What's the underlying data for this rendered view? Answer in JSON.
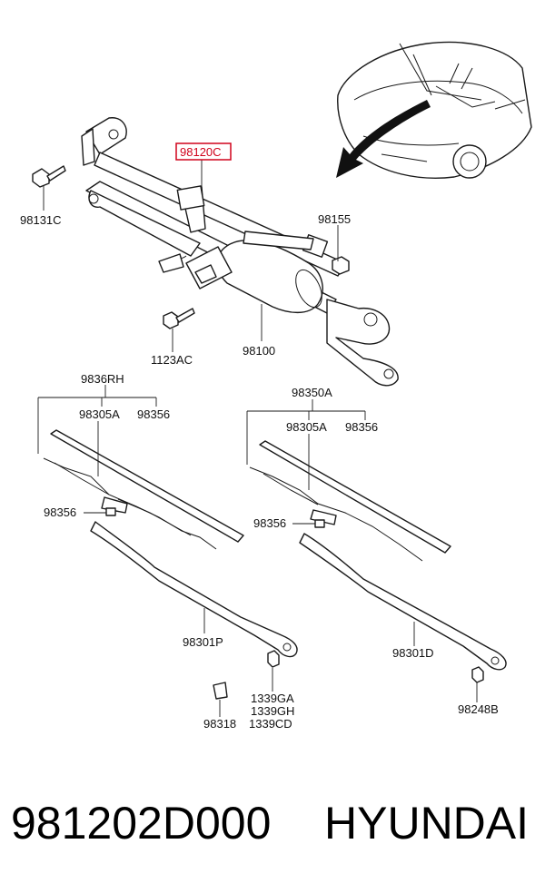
{
  "labels": {
    "p98120C": "98120C",
    "p98131C": "98131C",
    "p98155": "98155",
    "p98100": "98100",
    "p1123AC": "1123AC",
    "p9836RH": "9836RH",
    "p98305A_left": "98305A",
    "p98356_left_top": "98356",
    "p98356_left_clip": "98356",
    "p98301P": "98301P",
    "p98318": "98318",
    "p1339GA": "1339GA",
    "p1339GH": "1339GH",
    "p1339CD": "1339CD",
    "p98350A": "98350A",
    "p98305A_right": "98305A",
    "p98356_right_top": "98356",
    "p98356_right_clip": "98356",
    "p98301D": "98301D",
    "p98248B": "98248B"
  },
  "highlight_color": "#d0021b",
  "footer": {
    "part_number": "981202D000",
    "brand": "HYUNDAI"
  }
}
